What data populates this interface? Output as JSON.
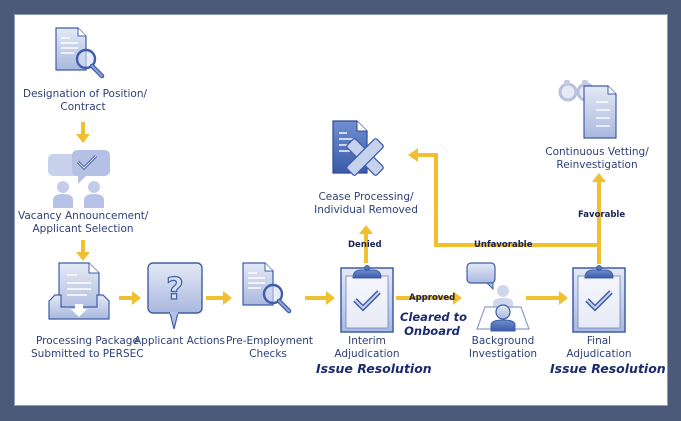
{
  "diagram": {
    "title": "Personnel Security Vetting Process",
    "colors": {
      "frame": "#4b5a78",
      "arrow": "#f0c030",
      "label_text": "#2f3f78",
      "emphasis_text": "#1a2b6e",
      "icon_fill": "#c9d3ec",
      "icon_stroke": "#3f5da8"
    },
    "nodes": {
      "designation": {
        "label_line1": "Designation of Position/",
        "label_line2": "Contract",
        "icon": "document-magnifier-icon"
      },
      "vacancy": {
        "label_line1": "Vacancy Announcement/",
        "label_line2": "Applicant Selection",
        "icon": "people-chat-check-icon"
      },
      "processing": {
        "label_line1": "Processing Package",
        "label_line2": "Submitted to PERSEC",
        "icon": "document-inbox-icon"
      },
      "applicant_actions": {
        "label_line1": "Applicant Actions",
        "icon": "question-bubble-icon"
      },
      "pre_employment": {
        "label_line1": "Pre-Employment",
        "label_line2": "Checks",
        "icon": "document-magnifier-icon"
      },
      "interim": {
        "label_line1": "Interim",
        "label_line2": "Adjudication",
        "emphasis": "Issue Resolution",
        "icon": "clipboard-check-icon"
      },
      "background": {
        "label_line1": "Background",
        "label_line2": "Investigation",
        "icon": "interview-icon"
      },
      "final": {
        "label_line1": "Final",
        "label_line2": "Adjudication",
        "emphasis": "Issue Resolution",
        "icon": "clipboard-check-icon"
      },
      "cease": {
        "label_line1": "Cease Processing/",
        "label_line2": "Individual Removed",
        "icon": "document-x-icon"
      },
      "continuous": {
        "label_line1": "Continuous Vetting/",
        "label_line2": "Reinvestigation",
        "icon": "binoculars-document-icon"
      }
    },
    "edges": {
      "approved": "Approved",
      "cleared_line1": "Cleared to",
      "cleared_line2": "Onboard",
      "denied": "Denied",
      "unfavorable": "Unfavorable",
      "favorable": "Favorable"
    }
  }
}
